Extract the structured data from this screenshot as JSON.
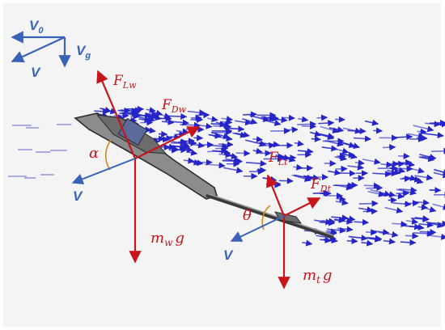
{
  "colors": {
    "force": "#c8151b",
    "velocity": "#3a63b8",
    "flow": "#2424c8",
    "body": "#3a3a3a",
    "panel": "#f4f4f4"
  },
  "legend": {
    "v0": {
      "base": "V",
      "sub": "0"
    },
    "vg": {
      "base": "V",
      "sub": "g"
    },
    "v": "V"
  },
  "wing": {
    "lift": {
      "base": "F",
      "sub": "Lw"
    },
    "drag": {
      "base": "F",
      "sub": "Dw"
    },
    "weight": {
      "base": "m",
      "sub": "w",
      "suffix": "g"
    },
    "angle": "α",
    "velocity": "V"
  },
  "tail": {
    "lift": {
      "base": "F",
      "sub": "Lt"
    },
    "drag": {
      "base": "F",
      "sub": "Dt"
    },
    "weight": {
      "base": "m",
      "sub": "t",
      "suffix": "g"
    },
    "angle": "θ",
    "velocity": "V"
  }
}
